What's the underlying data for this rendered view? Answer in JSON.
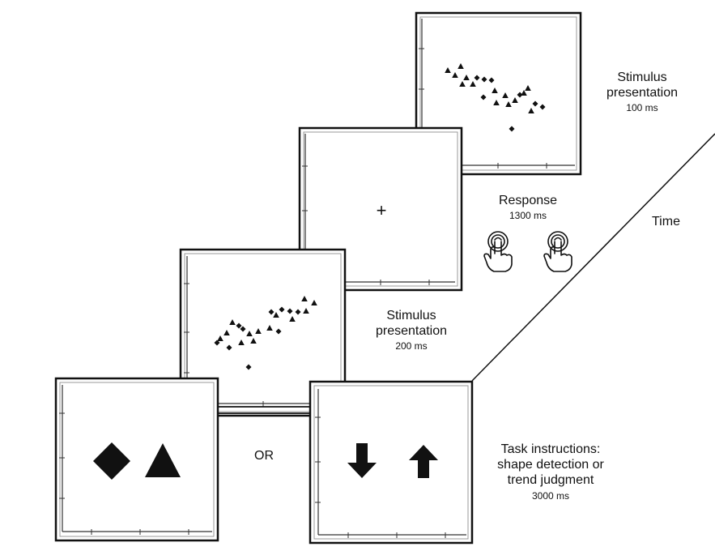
{
  "labels": {
    "stim1_title": "Stimulus",
    "stim1_title2": "presentation",
    "stim1_time": "100 ms",
    "response_title": "Response",
    "response_time": "1300 ms",
    "time": "Time",
    "stim2_title": "Stimulus",
    "stim2_title2": "presentation",
    "stim2_time": "200 ms",
    "or": "OR",
    "task_title1": "Task instructions:",
    "task_title2": "shape detection or",
    "task_title3": "trend judgment",
    "task_time": "3000 ms",
    "fixation": "+"
  },
  "icons": {
    "shape_cue": [
      "diamond-icon",
      "triangle-icon"
    ],
    "trend_cue": [
      "arrow-down-icon",
      "arrow-up-icon"
    ],
    "response": [
      "finger-tap-icon",
      "finger-tap-icon"
    ]
  },
  "colors": {
    "ink": "#111111",
    "background": "#ffffff",
    "frame_gray": "#888888"
  }
}
